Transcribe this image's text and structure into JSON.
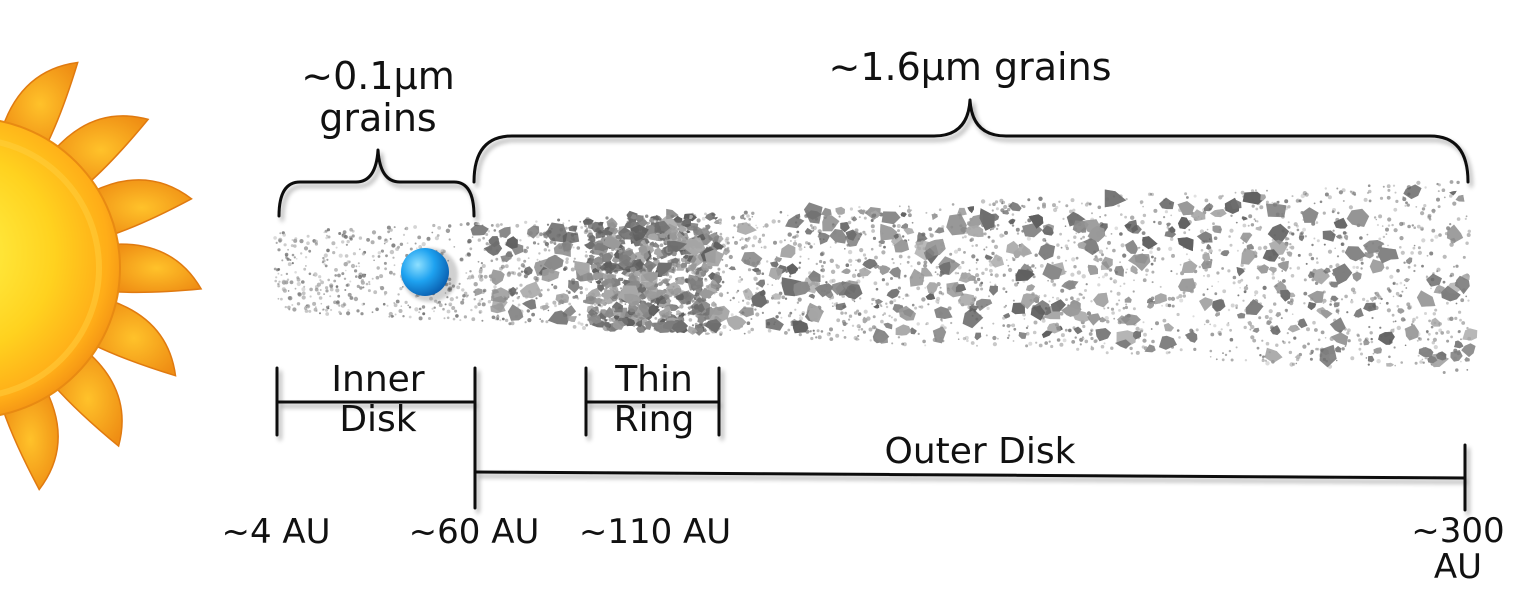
{
  "labels": {
    "fine_grains_line1": "~0.1μm",
    "fine_grains_line2": "grains",
    "coarse_grains": "~1.6μm grains",
    "inner_disk_line1": "Inner",
    "inner_disk_line2": "Disk",
    "thin_ring_line1": "Thin",
    "thin_ring_line2": "Ring",
    "outer_disk": "Outer Disk",
    "au_4": "~4 AU",
    "au_60": "~60 AU",
    "au_110": "~110 AU",
    "au_300_line1": "~300",
    "au_300_line2": "AU"
  },
  "colors": {
    "sun_core": "#ffef3a",
    "sun_mid": "#ffbb1c",
    "sun_edge": "#f08a12",
    "ray_fill": "#f7a21a",
    "ray_edge": "#e07a10",
    "planet": "#1ea2f0",
    "grain_dark": "#6e6e6e",
    "grain_light": "#a3a3a3",
    "line": "#111111"
  },
  "icons": {
    "sun": "sun-icon",
    "planet": "planet-icon"
  }
}
